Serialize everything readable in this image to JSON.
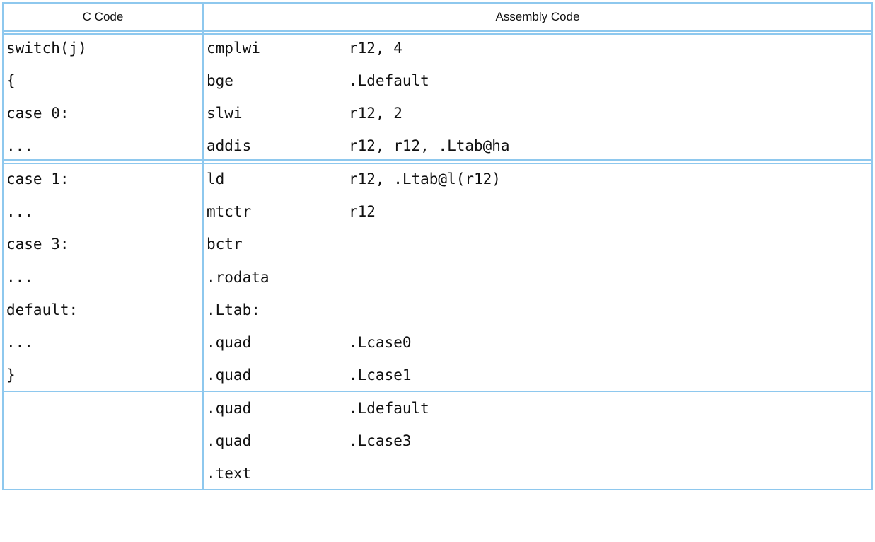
{
  "headers": {
    "c_code": "C Code",
    "assembly_code": "Assembly Code"
  },
  "rows": [
    {
      "c": "switch(j)",
      "op": "cmplwi",
      "arg": "r12, 4"
    },
    {
      "c": "{",
      "op": "bge",
      "arg": ".Ldefault"
    },
    {
      "c": "case 0:",
      "op": "slwi",
      "arg": "r12, 2"
    },
    {
      "c": "...",
      "op": "addis",
      "arg": "r12, r12, .Ltab@ha"
    },
    {
      "c": "case 1:",
      "op": "ld",
      "arg": "r12, .Ltab@l(r12)"
    },
    {
      "c": "...",
      "op": "mtctr",
      "arg": "r12"
    },
    {
      "c": "case 3:",
      "op": "bctr",
      "arg": ""
    },
    {
      "c": "...",
      "op": ".rodata",
      "arg": ""
    },
    {
      "c": "default:",
      "op": ".Ltab:",
      "arg": ""
    },
    {
      "c": "...",
      "op": ".quad",
      "arg": ".Lcase0"
    },
    {
      "c": "}",
      "op": ".quad",
      "arg": ".Lcase1"
    },
    {
      "c": "",
      "op": ".quad",
      "arg": ".Ldefault"
    },
    {
      "c": "",
      "op": ".quad",
      "arg": ".Lcase3"
    },
    {
      "c": "",
      "op": ".text",
      "arg": ""
    }
  ],
  "colors": {
    "border": "#8ec8ee",
    "text": "#111111"
  }
}
